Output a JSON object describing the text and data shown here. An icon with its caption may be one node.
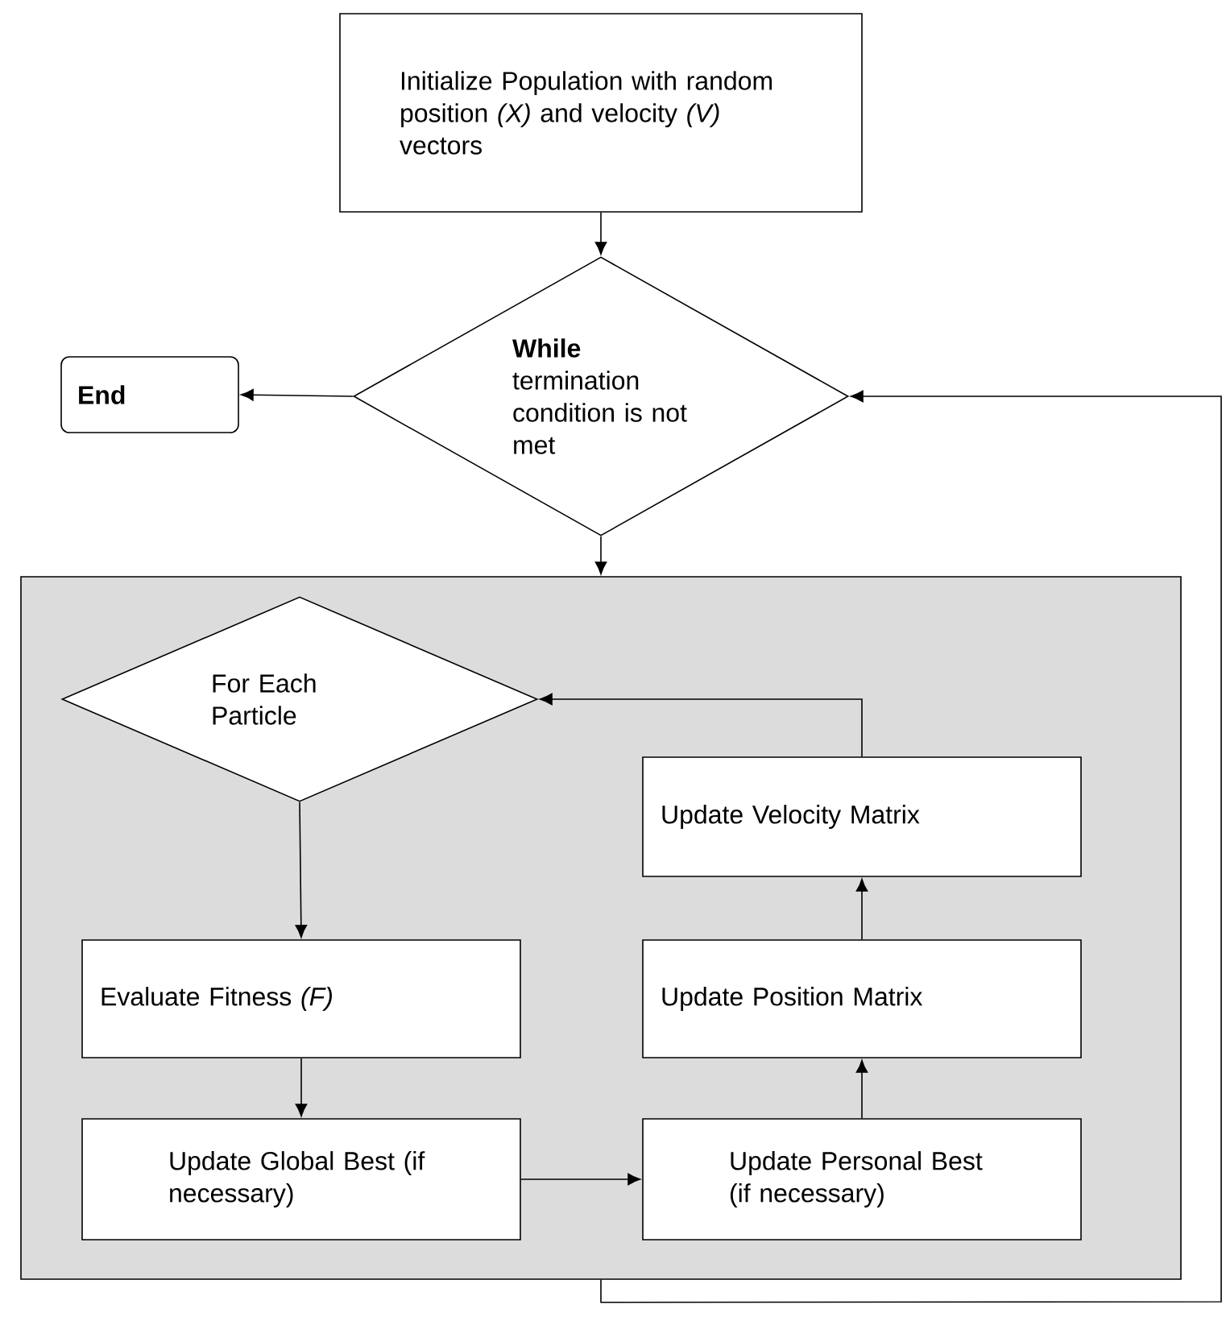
{
  "diagram": {
    "nodes": [
      {
        "text": [
          "Initialize Population with random position *(X)* and velocity *(V)* vectors"
        ]
      },
      {
        "text": [
          "**While** termination condition is not met"
        ]
      },
      {
        "text": [
          "End"
        ]
      },
      {
        "text": [],
        "shape": "box"
      },
      {
        "text": [
          "For Each Particle"
        ],
        "in": 3
      },
      {
        "text": [
          "Evaluate Fitness *(F)*"
        ],
        "in": 3
      },
      {
        "text": [
          "Update Global Best (if necessary)"
        ],
        "in": 3
      },
      {
        "text": [
          "Update Personal Best (if necessary)"
        ],
        "in": 3
      },
      {
        "text": [
          "Update Position Matrix"
        ],
        "in": 3
      },
      {
        "text": [
          "Update Velocity Matrix"
        ],
        "in": 3
      }
    ],
    "edges": [
      {
        "from": 0,
        "to": 1,
        "arrow": "to"
      },
      {
        "from": 1,
        "to": 2,
        "arrow": "to"
      },
      {
        "from": 1,
        "to": 3,
        "arrow": "to"
      },
      {
        "from": 3,
        "to": 1,
        "arrow": "to"
      },
      {
        "from": 4,
        "to": 5,
        "arrow": "to"
      },
      {
        "from": 5,
        "to": 6,
        "arrow": "to"
      },
      {
        "from": 6,
        "to": 7,
        "arrow": "to"
      },
      {
        "from": 7,
        "to": 8,
        "arrow": "to"
      },
      {
        "from": 8,
        "to": 9,
        "arrow": "to"
      },
      {
        "from": 9,
        "to": 4,
        "arrow": "to"
      }
    ]
  }
}
